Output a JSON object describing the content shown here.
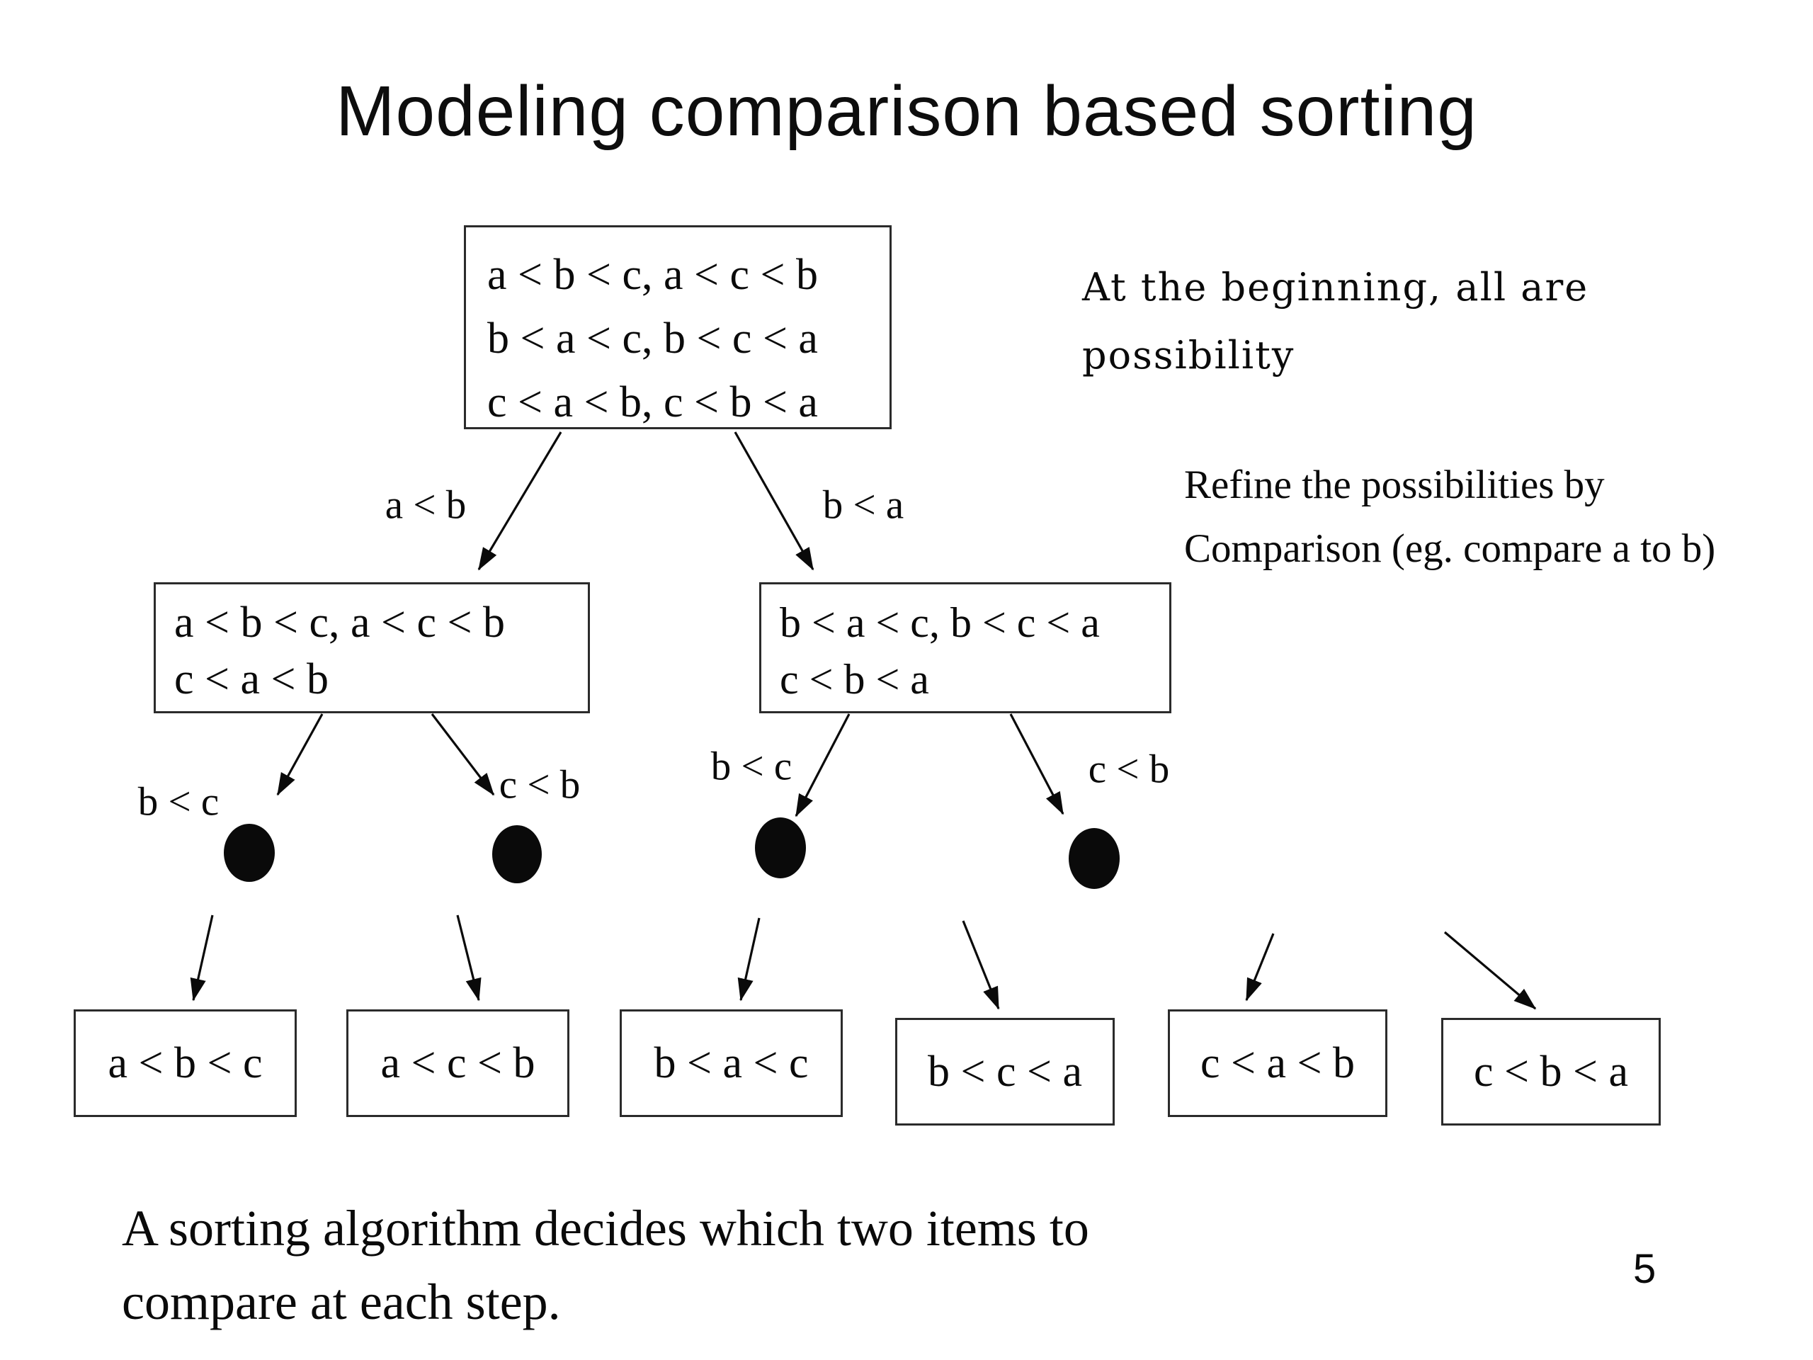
{
  "slide": {
    "title": "Modeling comparison based sorting",
    "page_number": "5",
    "footer_line1": "A sorting algorithm decides which two items to",
    "footer_line2": "compare at each step."
  },
  "annotations": {
    "beginning_line1": "At the beginning, all are",
    "beginning_line2": "possibility",
    "refine_line1": "Refine the possibilities by",
    "refine_line2": "Comparison (eg. compare a to b)"
  },
  "tree": {
    "root": {
      "line1": "a < b < c, a < c < b",
      "line2": "b < a < c, b < c < a",
      "line3": "c < a < b, c < b < a"
    },
    "edge_labels": {
      "root_left": "a < b",
      "root_right": "b < a",
      "left_left": "b < c",
      "left_right": "c < b",
      "right_left": "b < c",
      "right_right": "c < b"
    },
    "level2_left": {
      "line1": "a < b < c, a < c < b",
      "line2": "c < a < b"
    },
    "level2_right": {
      "line1": "b < a < c, b < c < a",
      "line2": "c < b < a"
    },
    "leaves": [
      "a < b < c",
      "a < c < b",
      "b < a < c",
      "b < c < a",
      "c < a < b",
      "c < b < a"
    ]
  },
  "colors": {
    "background": "#ffffff",
    "ink": "#0a0a0a",
    "box_border": "#2b2b2b"
  }
}
